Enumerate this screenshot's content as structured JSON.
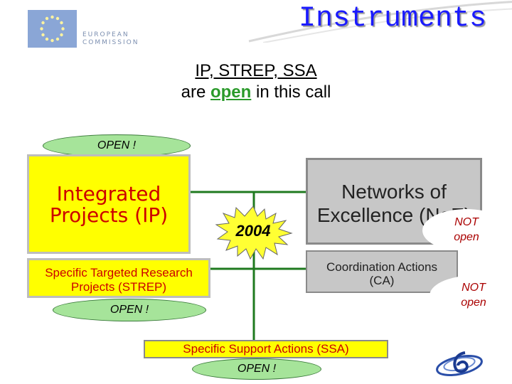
{
  "header": {
    "title": "Instruments",
    "logo_text_line1": "EUROPEAN",
    "logo_text_line2": "COMMISSION"
  },
  "subtitle": {
    "line1": "IP, STREP, SSA",
    "line2_pre": "are",
    "line2_open": "open",
    "line2_post": "in this call"
  },
  "instruments": {
    "ip_oval": "OPEN !",
    "ip_line1": "Integrated",
    "ip_line2": "Projects (IP)",
    "strep_line1": "Specific Targeted Research",
    "strep_line2": "Projects (STREP)",
    "strep_oval": "OPEN !",
    "noe_line1": "Networks of",
    "noe_line2": "Excellence (NoE)",
    "noe_not": "NOT",
    "noe_open": "open",
    "ca_line1": "Coordination Actions",
    "ca_line2": "(CA)",
    "ca_not": "NOT",
    "ca_open": "open",
    "ssa_label": "Specific Support Actions (SSA)",
    "ssa_oval": "OPEN !",
    "burst_label": "2004"
  },
  "colors": {
    "title": "#1a1aff",
    "open_green": "#2a9a2a",
    "box_yellow": "#ffff00",
    "box_grey": "#c7c7c7",
    "red_text": "#cc0000",
    "connector_green": "#1f7a1f",
    "oval_green": "#a6e49a"
  },
  "icons": {
    "logo": "eu-flag-icon",
    "burst": "starburst-icon",
    "programme_logo": "fp6-logo-icon"
  }
}
